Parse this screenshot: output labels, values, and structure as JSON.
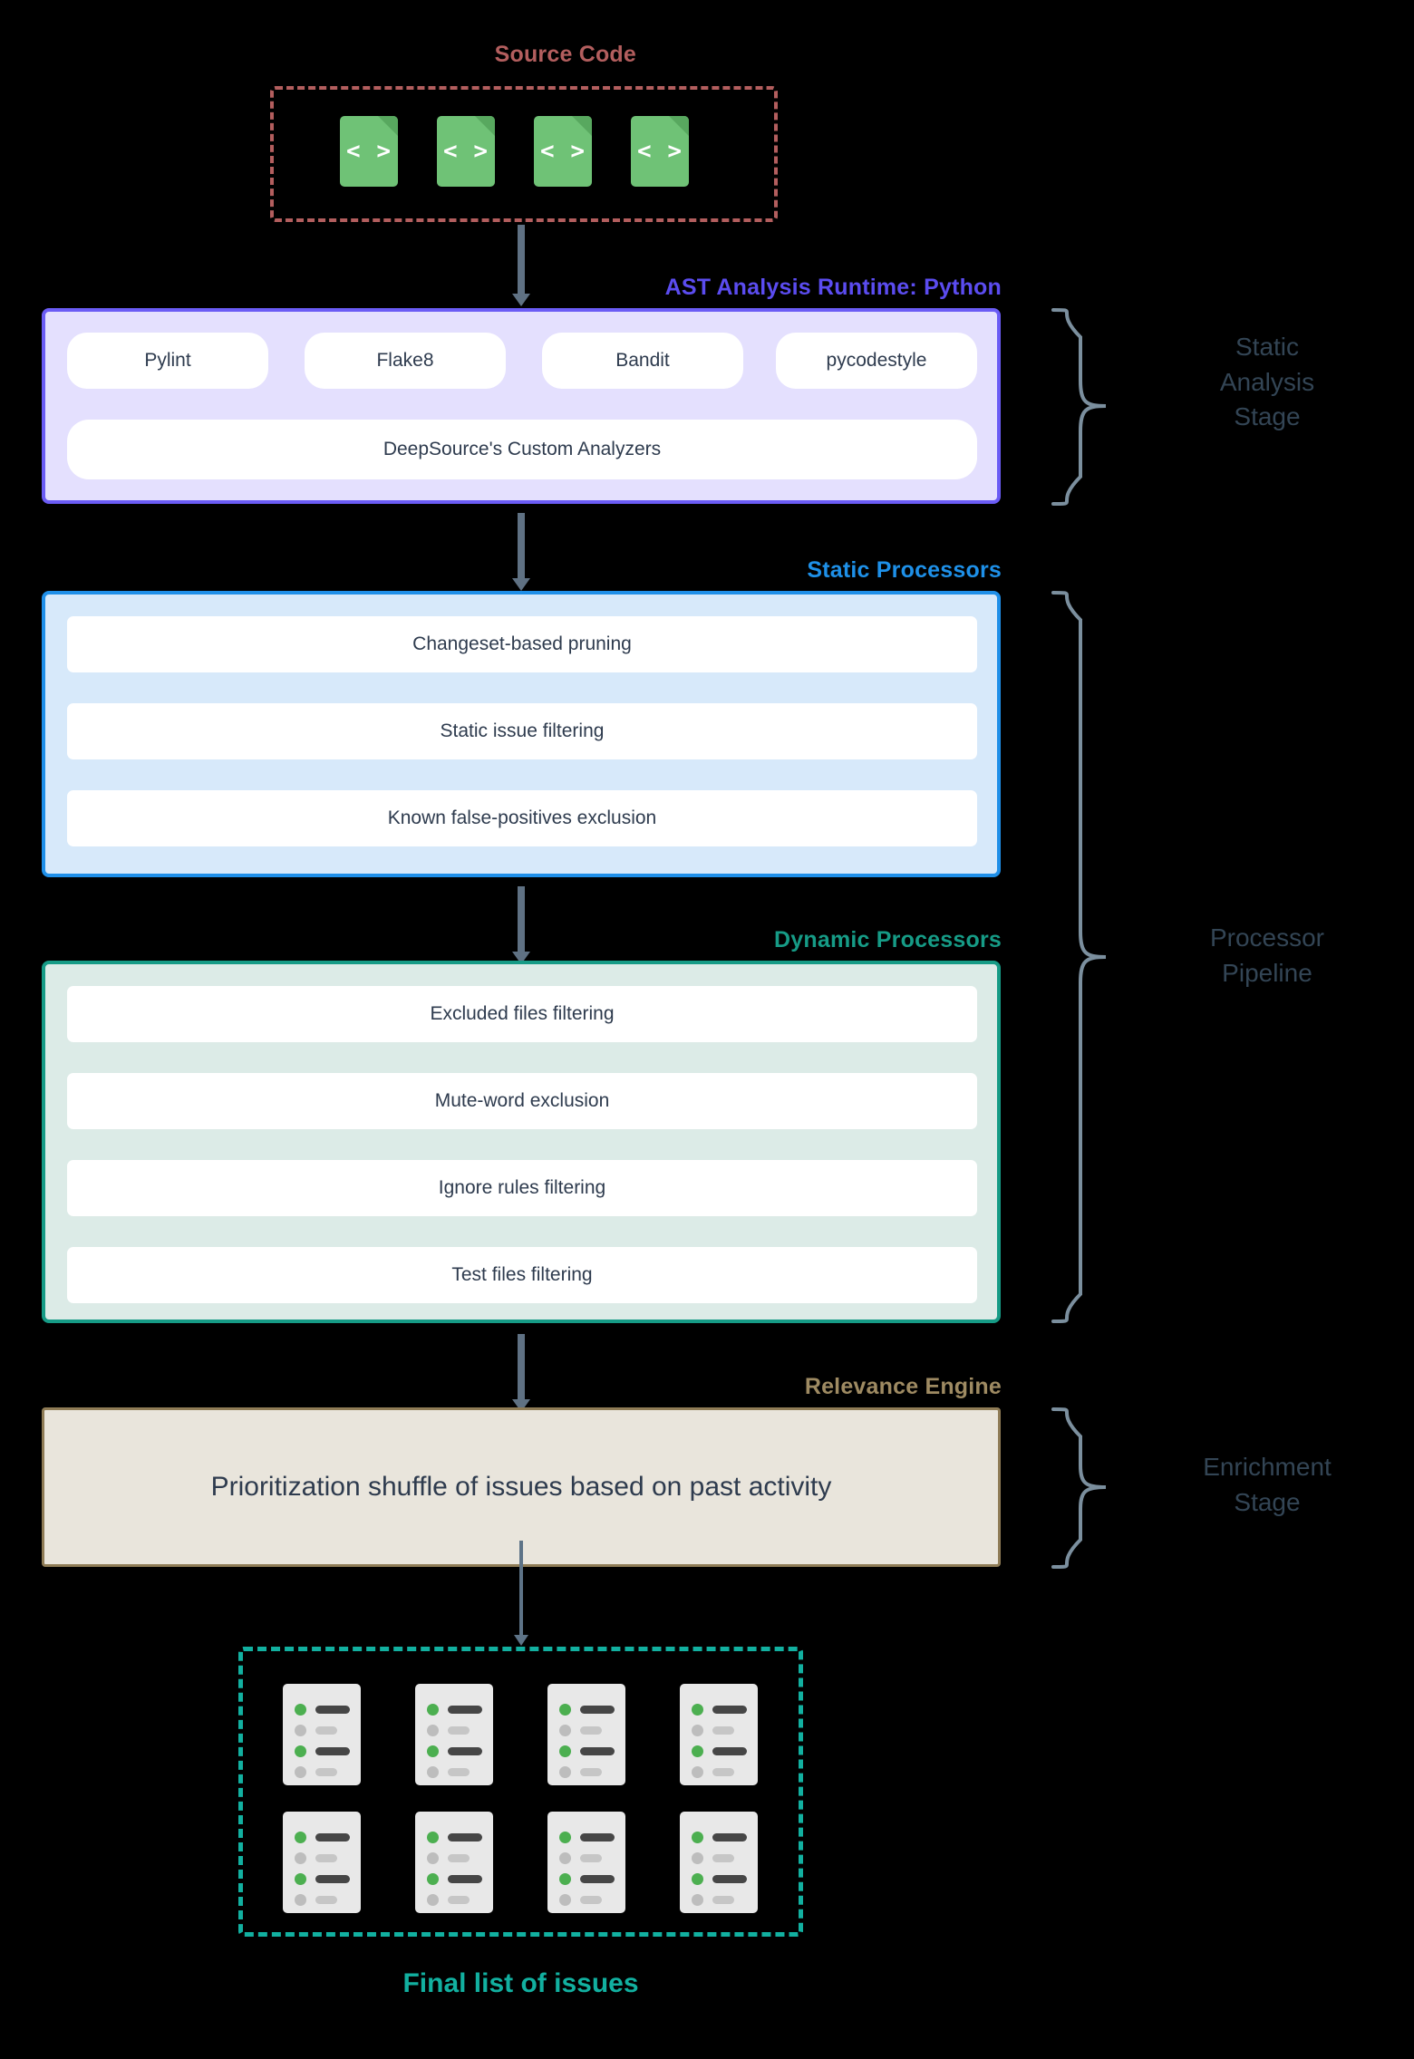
{
  "colors": {
    "background": "#000000",
    "source_code_accent": "#b35e5e",
    "ast_accent": "#5b4cf0",
    "static_accent": "#1e90e8",
    "dynamic_accent": "#169b86",
    "relevance_accent": "#9e8a62",
    "final_accent": "#12b0a0",
    "brace": "#7b8f9e",
    "arrow": "#5f7183",
    "file_icon_green": "#6fc276",
    "issue_dot_green": "#4caf50"
  },
  "source_code": {
    "title": "Source Code",
    "file_icon_glyph": "< >",
    "files": [
      {
        "name": "code-file-icon-1"
      },
      {
        "name": "code-file-icon-2"
      },
      {
        "name": "code-file-icon-3"
      },
      {
        "name": "code-file-icon-4"
      }
    ]
  },
  "ast_stage": {
    "title": "AST Analysis Runtime: Python",
    "analyzers": [
      "Pylint",
      "Flake8",
      "Bandit",
      "pycodestyle"
    ],
    "custom": "DeepSource's Custom Analyzers"
  },
  "static_processors": {
    "title": "Static Processors",
    "items": [
      "Changeset-based pruning",
      "Static issue filtering",
      "Known false-positives exclusion"
    ]
  },
  "dynamic_processors": {
    "title": "Dynamic Processors",
    "items": [
      "Excluded files filtering",
      "Mute-word exclusion",
      "Ignore rules filtering",
      "Test files filtering"
    ]
  },
  "relevance_engine": {
    "title": "Relevance Engine",
    "item": "Prioritization shuffle of issues based on past activity"
  },
  "final_issues": {
    "caption": "Final list of issues",
    "count": 8
  },
  "braces": [
    {
      "label": "Static\nAnalysis\nStage",
      "name": "brace-static-analysis-stage"
    },
    {
      "label": "Processor\nPipeline",
      "name": "brace-processor-pipeline"
    },
    {
      "label": "Enrichment\nStage",
      "name": "brace-enrichment-stage"
    }
  ],
  "brace_labels": {
    "static": "Static Analysis Stage",
    "processor": "Processor Pipeline",
    "enrichment": "Enrichment Stage"
  }
}
